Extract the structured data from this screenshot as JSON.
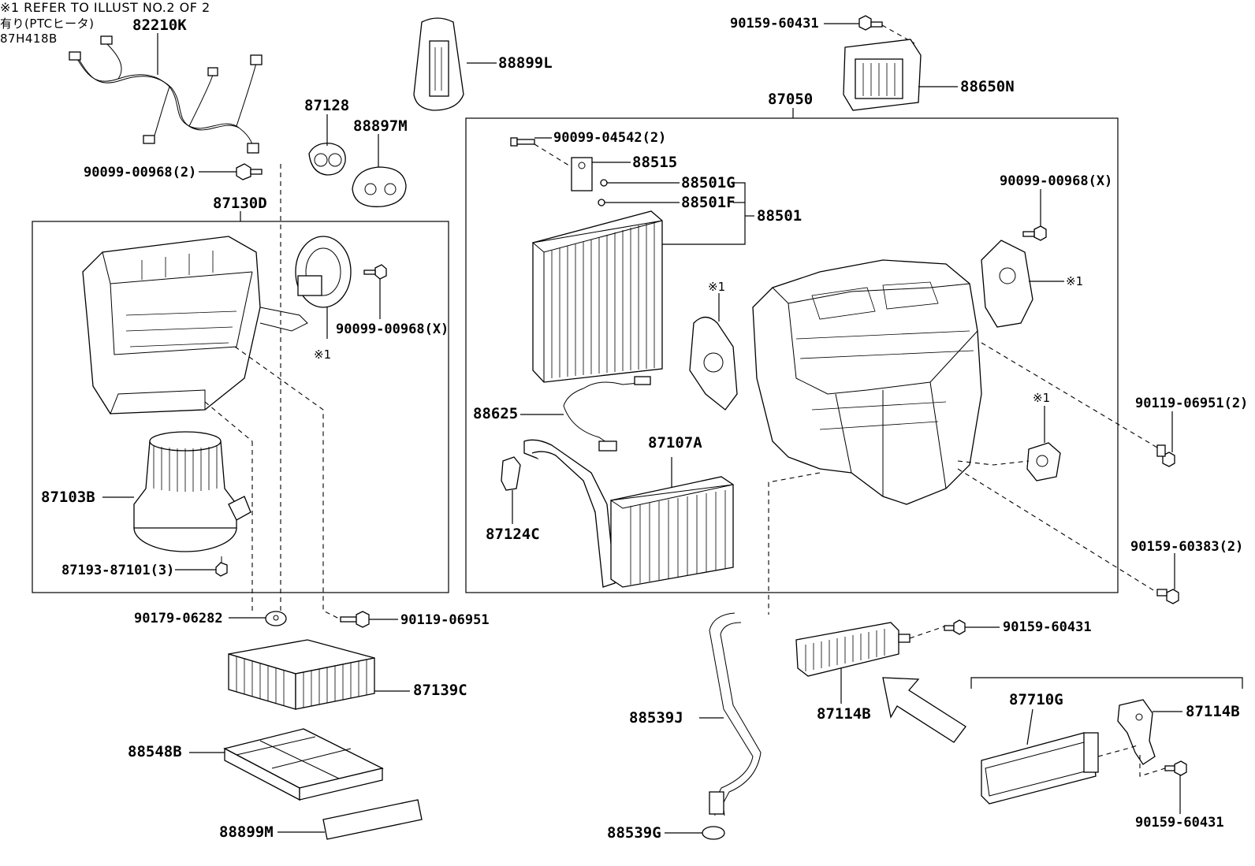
{
  "note_top_right": "※1 REFER TO ILLUST NO.2 OF 2",
  "figure_code": "87H418B",
  "ptc_note": "有り(PTCヒータ)",
  "ref_mark": "※1",
  "labels": {
    "p82210K": "82210K",
    "p88899L": "88899L",
    "p87128": "87128",
    "p88897M": "88897M",
    "p90099_00968_2": "90099-00968(2)",
    "p87130D": "87130D",
    "p90099_00968_X_left": "90099-00968(X)",
    "p87103B": "87103B",
    "p87193_87101_3": "87193-87101(3)",
    "p90179_06282": "90179-06282",
    "p90119_06951": "90119-06951",
    "p87139C": "87139C",
    "p88548B": "88548B",
    "p88899M": "88899M",
    "p90159_60431_top": "90159-60431",
    "p88650N": "88650N",
    "p87050": "87050",
    "p90099_04542_2": "90099-04542(2)",
    "p88515": "88515",
    "p88501G": "88501G",
    "p88501F": "88501F",
    "p88501": "88501",
    "p90099_00968_X_right": "90099-00968(X)",
    "p88625": "88625",
    "p87107A": "87107A",
    "p87124C": "87124C",
    "p90119_06951_2": "90119-06951(2)",
    "p90159_60383_2": "90159-60383(2)",
    "p88539J": "88539J",
    "p88539G": "88539G",
    "p90159_60431_mid": "90159-60431",
    "p87114B_mid": "87114B",
    "p87710G": "87710G",
    "p87114B_right": "87114B",
    "p90159_60431_bottom": "90159-60431"
  }
}
